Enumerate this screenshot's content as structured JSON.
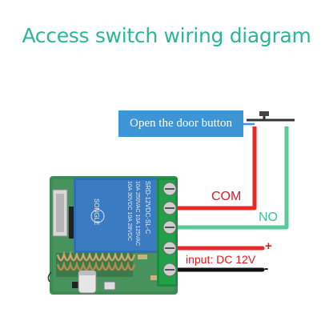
{
  "title": "Access switch wiring diagram",
  "button_label": "Open the door button",
  "labels": {
    "com": "COM",
    "no": "NO",
    "plus": "+",
    "input": "input: DC 12V",
    "minus": "-"
  },
  "relay_text": {
    "line1": "SRD-12VDC-SL-C",
    "line2": "10A 250VAC  10A 125VAC",
    "line3": "10A 30VDC  10A 28VDC",
    "brand": "SONGLE"
  },
  "colors": {
    "title": "#2bb59a",
    "button_box": "#3d95d6",
    "wire_red": "#e8292a",
    "wire_green": "#59c99a",
    "wire_black": "#111111",
    "com_label": "#d51f2c",
    "no_label": "#3fbf95",
    "input_label": "#e01b1b",
    "pcb": "#3f8b55",
    "relay": "#2f6fb4",
    "terminal_block": "#1a8c3e"
  },
  "icons": [
    "push-button-icon",
    "relay-icon",
    "terminal-block-icon",
    "capacitor-icon",
    "coil-antenna-icon"
  ]
}
